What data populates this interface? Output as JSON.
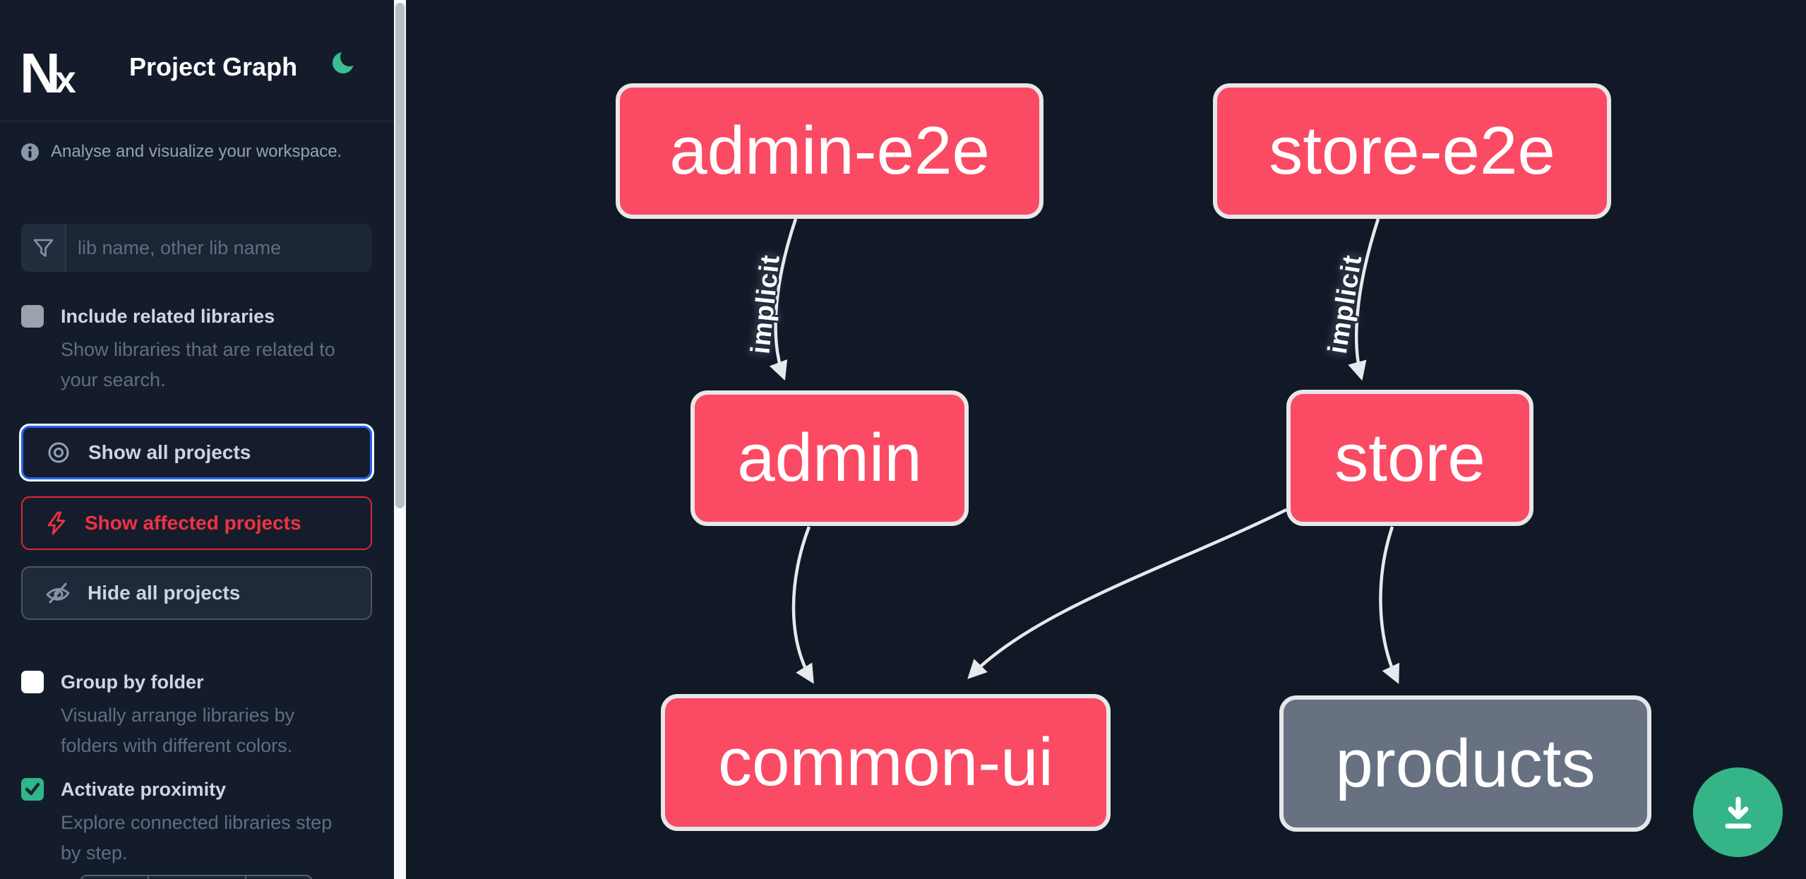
{
  "header": {
    "logo": "Nx",
    "title": "Project Graph",
    "theme_icon": "moon-icon"
  },
  "info": {
    "text": "Analyse and visualize your workspace."
  },
  "search": {
    "placeholder": "lib name, other lib name",
    "icon": "filter-funnel-icon",
    "value": ""
  },
  "toggles": [
    {
      "label": "Include related libraries",
      "description": "Show libraries that are related to\nyour search.",
      "checked": false
    },
    {
      "label": "Group by folder",
      "description": "Visually arrange libraries by\nfolders with different colors.",
      "checked": false
    },
    {
      "label": "Activate proximity",
      "description": "Explore connected libraries step\nby step.",
      "checked": true
    }
  ],
  "actions": [
    {
      "label": "Show all projects",
      "icon": "eye-icon",
      "state": "focused"
    },
    {
      "label": "Show affected projects",
      "icon": "bolt-icon",
      "state": "affected"
    },
    {
      "label": "Hide all projects",
      "icon": "eye-off-icon",
      "state": "default"
    }
  ],
  "graph": {
    "nodes": [
      {
        "id": "admin-e2e",
        "label": "admin-e2e",
        "kind": "affected"
      },
      {
        "id": "store-e2e",
        "label": "store-e2e",
        "kind": "affected"
      },
      {
        "id": "admin",
        "label": "admin",
        "kind": "affected"
      },
      {
        "id": "store",
        "label": "store",
        "kind": "affected"
      },
      {
        "id": "common-ui",
        "label": "common-ui",
        "kind": "affected"
      },
      {
        "id": "products",
        "label": "products",
        "kind": "normal"
      }
    ],
    "edges": [
      {
        "from": "admin-e2e",
        "to": "admin",
        "label": "implicit"
      },
      {
        "from": "store-e2e",
        "to": "store",
        "label": "implicit"
      },
      {
        "from": "admin",
        "to": "common-ui",
        "label": ""
      },
      {
        "from": "store",
        "to": "common-ui",
        "label": ""
      },
      {
        "from": "store",
        "to": "products",
        "label": ""
      }
    ]
  },
  "fab": {
    "icon": "download-icon"
  },
  "colors": {
    "node_affected": "#fb4a63",
    "node_normal": "#677181",
    "node_border": "#e6e7e9",
    "edge": "#e7e9ec",
    "accent_blue": "#2563eb",
    "accent_red": "#ee3342",
    "accent_green": "#2eb78a",
    "fab_green": "#35b488",
    "sidebar_bg": "#141c2b",
    "canvas_bg": "#111927"
  }
}
